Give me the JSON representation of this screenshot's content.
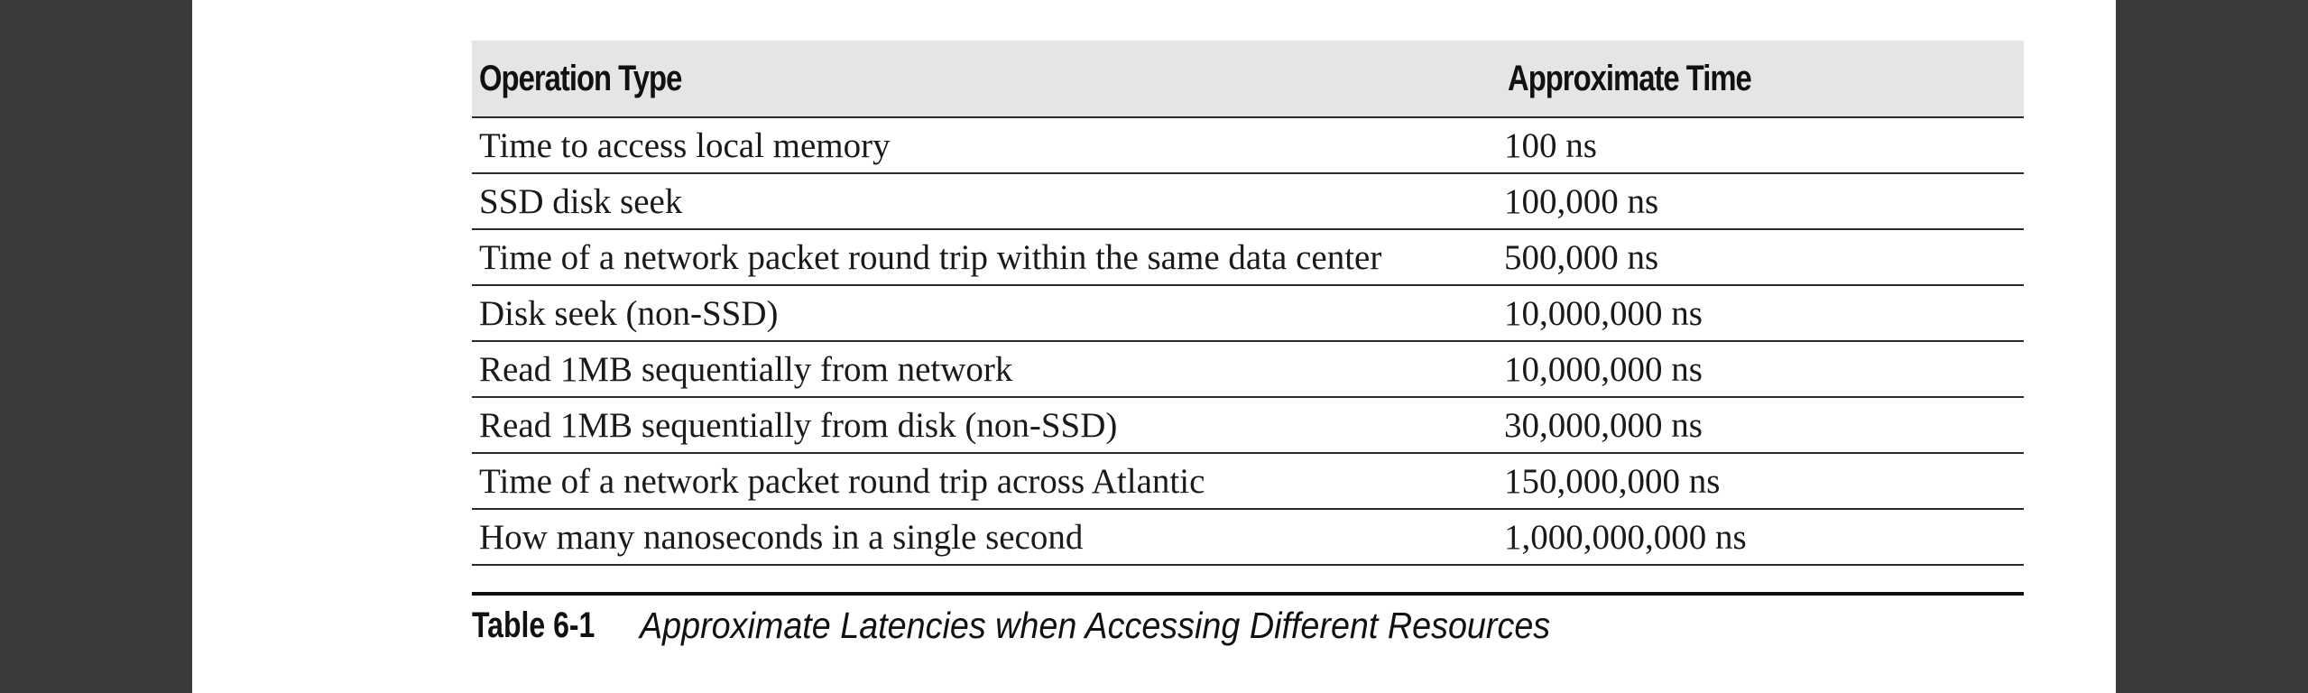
{
  "table": {
    "headers": {
      "operation": "Operation Type",
      "time": "Approximate Time"
    },
    "rows": [
      {
        "operation": "Time to access local memory",
        "time": "100 ns"
      },
      {
        "operation": "SSD disk seek",
        "time": "100,000 ns"
      },
      {
        "operation": "Time of a network packet round trip within the same data center",
        "time": "500,000 ns"
      },
      {
        "operation": "Disk seek (non-SSD)",
        "time": "10,000,000 ns"
      },
      {
        "operation": "Read 1MB sequentially from network",
        "time": "10,000,000 ns"
      },
      {
        "operation": "Read 1MB sequentially from disk (non-SSD)",
        "time": "30,000,000 ns"
      },
      {
        "operation": "Time of a network packet round trip across Atlantic",
        "time": "150,000,000 ns"
      },
      {
        "operation": "How many nanoseconds in a single second",
        "time": "1,000,000,000 ns"
      }
    ]
  },
  "caption": {
    "label": "Table 6-1",
    "title": "Approximate Latencies when Accessing Different Resources"
  },
  "colors": {
    "viewer_background": "#3a3a3a",
    "page_background": "#ffffff",
    "header_background": "#e5e5e5",
    "rule": "#2b2b2b"
  }
}
